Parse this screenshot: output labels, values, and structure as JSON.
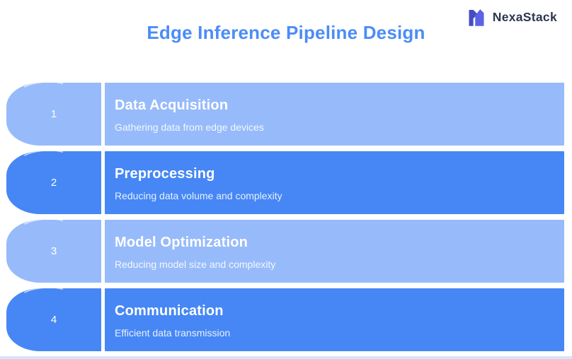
{
  "header": {
    "title": "Edge Inference Pipeline Design",
    "title_color": "#4b8cf7"
  },
  "brand": {
    "name": "NexaStack",
    "icon": "nexastack-logo-icon",
    "icon_color_left": "#474cc2",
    "icon_color_right": "#5b62e6",
    "text_color": "#2b3650"
  },
  "colors": {
    "light_blue": "#97bbfa",
    "dark_blue": "#4687f5",
    "bottom_strip": "#d7e4fc",
    "background": "#ffffff"
  },
  "steps": [
    {
      "number": "1",
      "title": "Data Acquisition",
      "description": "Gathering data from edge devices",
      "variant": "light"
    },
    {
      "number": "2",
      "title": "Preprocessing",
      "description": "Reducing data volume and complexity",
      "variant": "dark"
    },
    {
      "number": "3",
      "title": "Model Optimization",
      "description": "Reducing model size and complexity",
      "variant": "light"
    },
    {
      "number": "4",
      "title": "Communication",
      "description": "Efficient data transmission",
      "variant": "dark"
    }
  ]
}
